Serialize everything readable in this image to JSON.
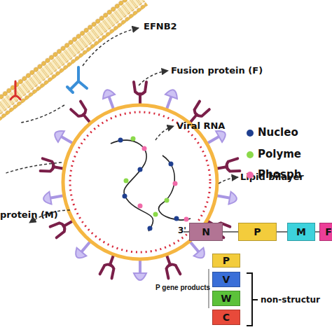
{
  "diagram": {
    "nodes": [
      {
        "text": [
          "N"
        ]
      },
      {
        "text": [
          "P"
        ]
      },
      {
        "text": [
          "M"
        ]
      },
      {
        "text": [
          "F"
        ]
      },
      {
        "text": [
          "P"
        ]
      },
      {
        "text": [
          "V"
        ]
      },
      {
        "text": [
          "W"
        ]
      },
      {
        "text": [
          "C"
        ]
      }
    ],
    "labels": [
      "EFNB2",
      "Fusion protein (F)",
      "Viral RNA",
      "Lipid bilayer",
      "protein (M)",
      "3'",
      "P gene products",
      "non-structur"
    ],
    "legend": [
      {
        "text": "Nucleo",
        "color": "#1f3f8f"
      },
      {
        "text": "Polyme",
        "color": "#8bd94a"
      },
      {
        "text": "Phosph",
        "color": "#f06aa8"
      }
    ]
  }
}
